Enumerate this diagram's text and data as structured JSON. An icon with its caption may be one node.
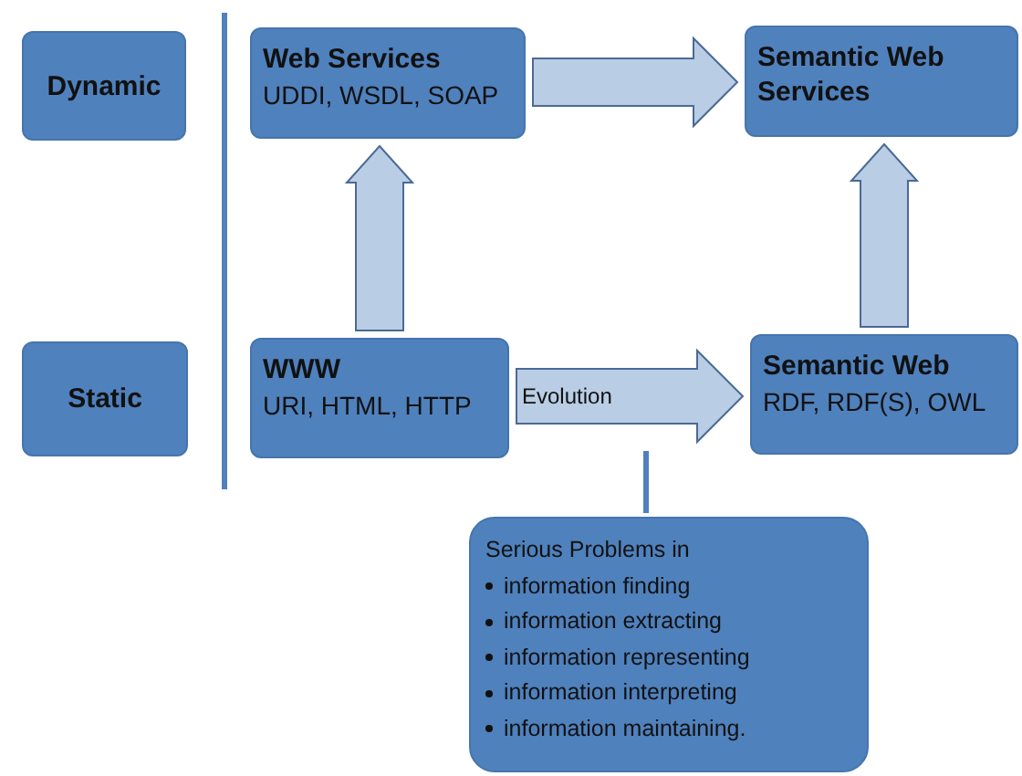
{
  "diagram": {
    "nodes": [
      {
        "text": [
          "Dynamic"
        ]
      },
      {
        "text": [
          "Static"
        ]
      },
      {
        "text": [
          "Web Services",
          "UDDI, WSDL, SOAP"
        ]
      },
      {
        "text": [
          "Semantic Web Services"
        ]
      },
      {
        "text": [
          "WWW",
          "URI, HTML, HTTP"
        ]
      },
      {
        "text": [
          "Semantic Web",
          "RDF, RDF(S), OWL"
        ]
      },
      {
        "text": [
          "Serious Problems in",
          "information finding",
          "information extracting",
          "information representing",
          "information interpreting",
          "information maintaining."
        ]
      }
    ],
    "edges": [
      {
        "from": 2,
        "to": 3,
        "arrow": "to"
      },
      {
        "from": 4,
        "to": 2,
        "arrow": "to"
      },
      {
        "from": 5,
        "to": 3,
        "arrow": "to"
      },
      {
        "from": 4,
        "to": 5,
        "arrow": "to",
        "label": "Evolution"
      },
      {
        "from": 6,
        "to": null,
        "arrow": "none"
      }
    ]
  }
}
